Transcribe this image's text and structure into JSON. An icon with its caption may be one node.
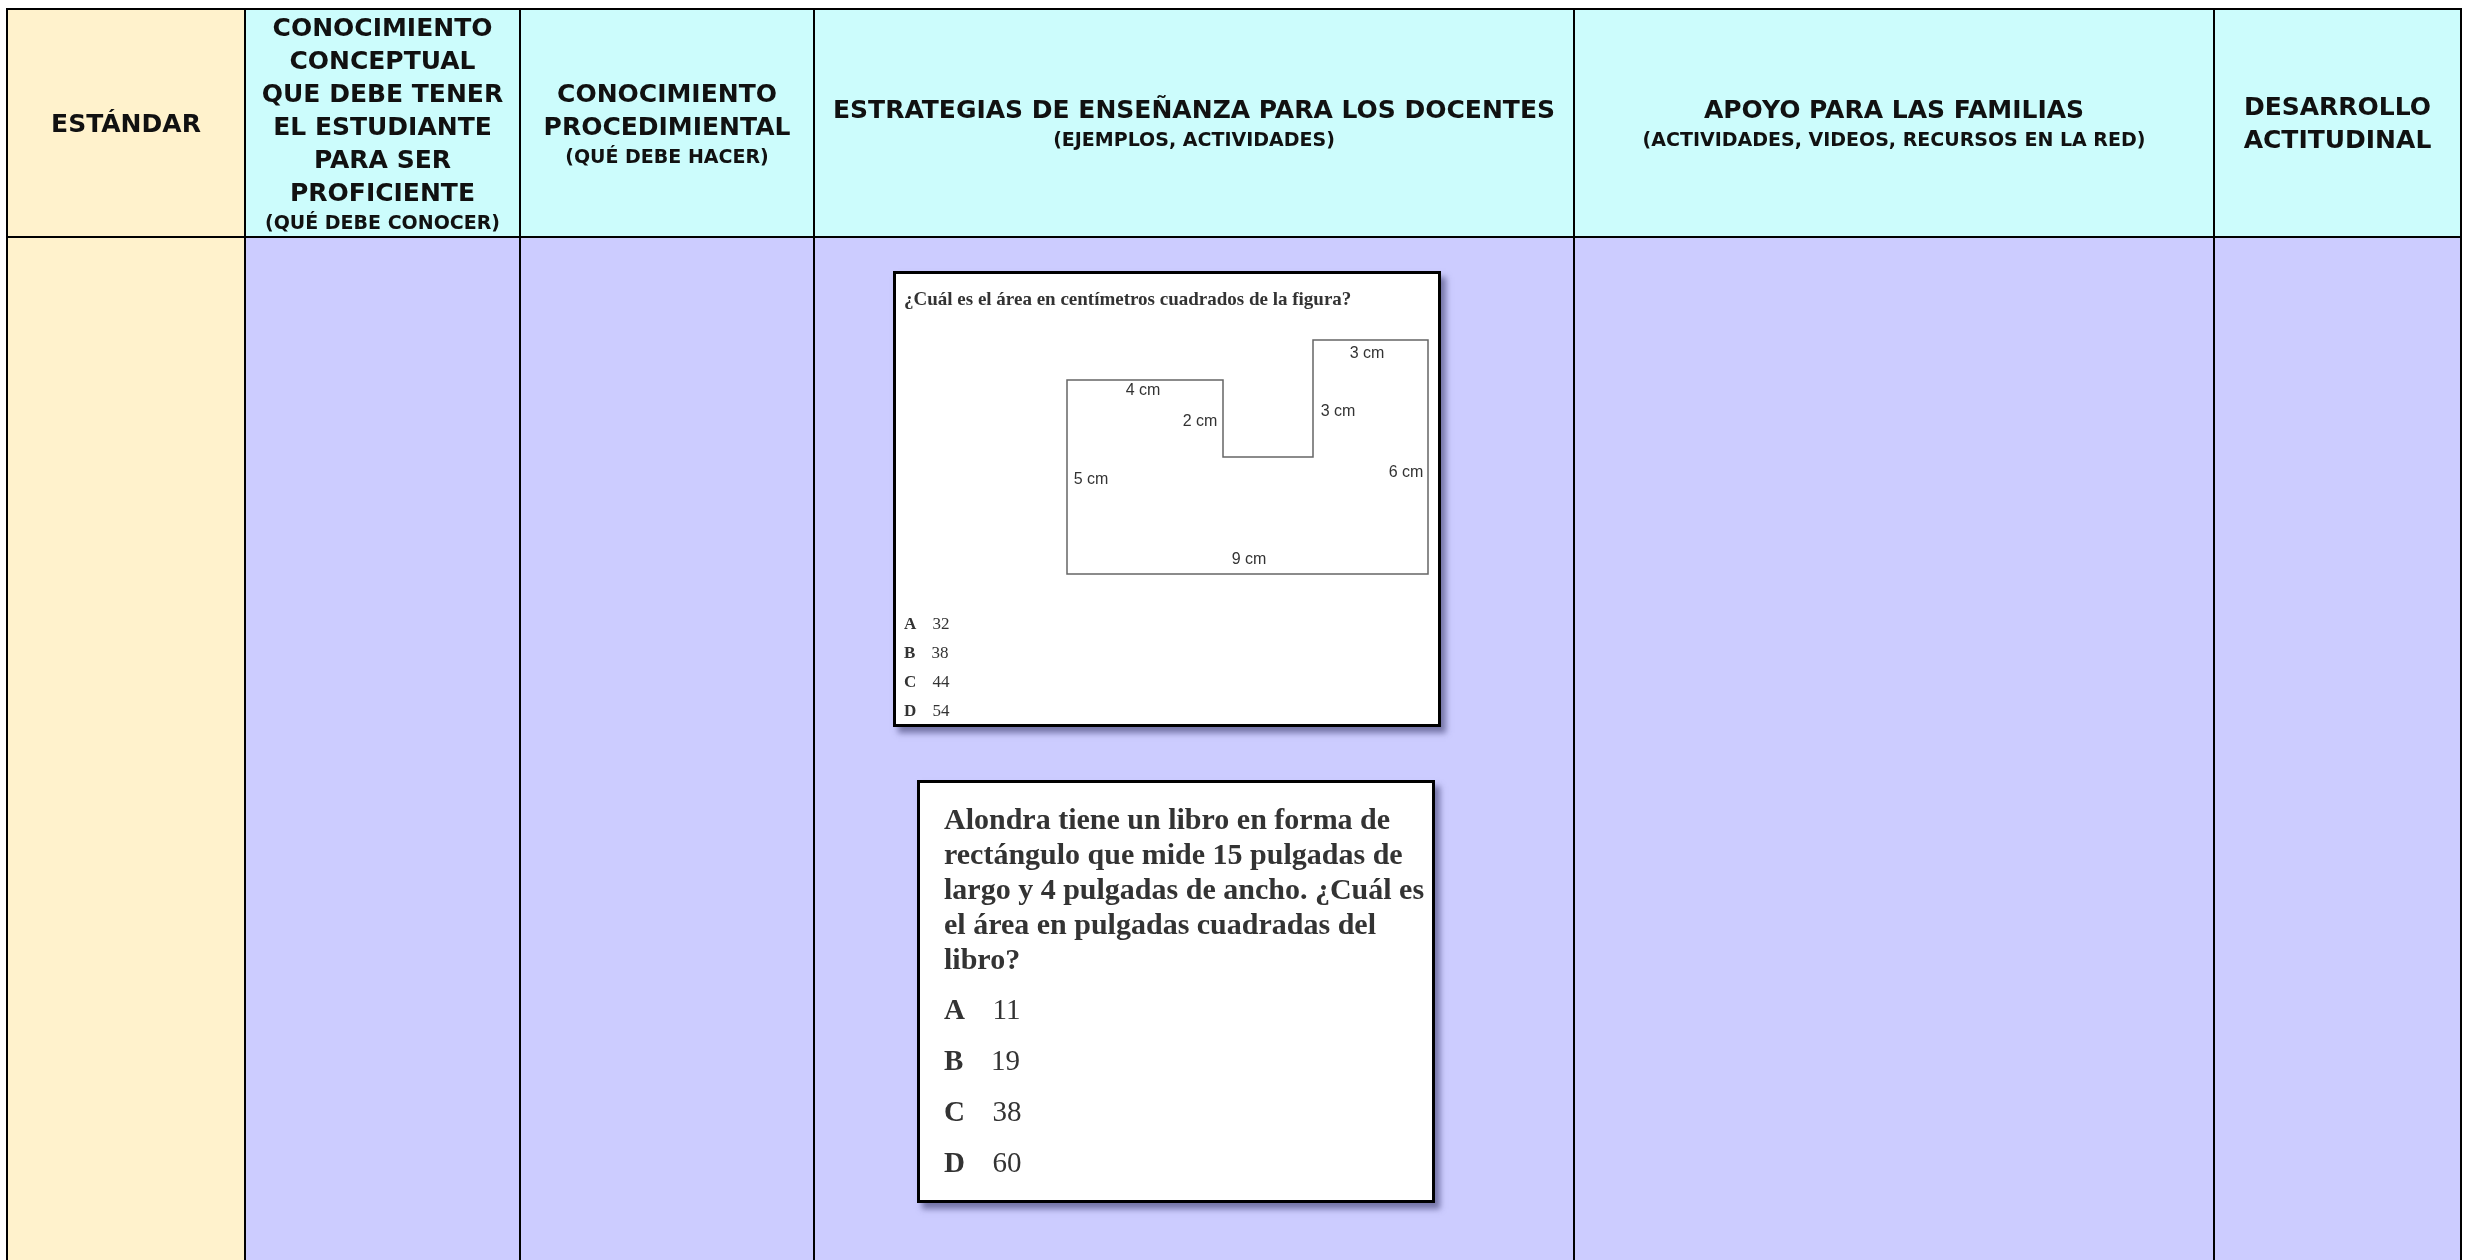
{
  "diagram": {
    "nodes": [
      {
        "text": [
          "¿Cuál es el área en centímetros cuadrados de la figura?",
          "**A** 32",
          "**B** 38",
          "**C** 44",
          "**D** 54"
        ]
      },
      {
        "text": [
          "Alondra tiene un libro en forma de rectángulo que mide 15 pulgadas de largo y 4 pulgadas de ancho. ¿Cuál es el área en pulgadas cuadradas del libro?",
          "**A** 11",
          "**B** 19",
          "**C** 38",
          "**D** 60"
        ]
      }
    ],
    "edges": [],
    "labels": [
      "ESTÁNDAR",
      "CONOCIMIENTO CONCEPTUAL QUE DEBE TENER EL ESTUDIANTE PARA SER PROFICIENTE",
      "(QUÉ DEBE CONOCER)",
      "CONOCIMIENTO PROCEDIMIENTAL",
      "(QUÉ DEBE HACER)",
      "ESTRATEGIAS DE ENSEÑANZA PARA LOS DOCENTES",
      "(EJEMPLOS, ACTIVIDADES)",
      "APOYO PARA LAS FAMILIAS",
      "(ACTIVIDADES, VIDEOS, RECURSOS EN LA RED)",
      "DESARROLLO ACTITUDINAL",
      "3 cm",
      "4 cm",
      "3 cm",
      "2 cm",
      "6 cm",
      "5 cm",
      "9 cm"
    ]
  }
}
